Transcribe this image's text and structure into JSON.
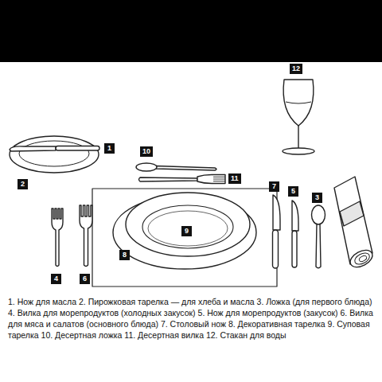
{
  "diagram": {
    "caption": "1. Нож для масла 2. Пирожковая тарелка — для хлеба и масла 3. Ложка (для первого блюда) 4. Вилка для морепродуктов (холодных закусок) 5. Нож для морепродуктов (закусок) 6. Вилка для мяса и салатов (основного блюда) 7. Столовый нож 8. Декоративная тарелка 9. Суповая тарелка 10. Десертная ложка 11. Десертная вилка 12. Стакан для воды",
    "labels": [
      "1",
      "2",
      "10",
      "11",
      "12",
      "7",
      "5",
      "3",
      "9",
      "8",
      "4",
      "6"
    ]
  }
}
